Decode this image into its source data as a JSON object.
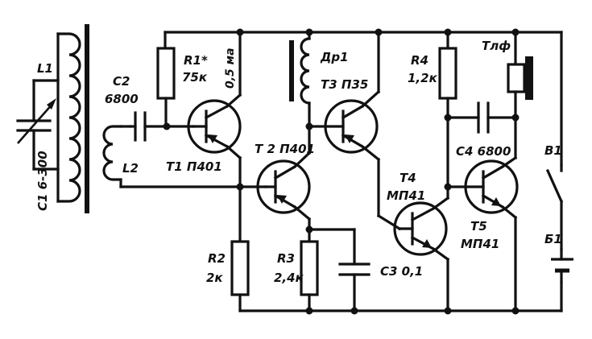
{
  "labels": {
    "l1": "L1",
    "c1": "C1 6-300",
    "c2_name": "C2",
    "c2_value": "6800",
    "l2": "L2",
    "r1_name": "R1*",
    "r1_value": "75к",
    "current": "0,5 ма",
    "t1": "T1  П401",
    "t2": "T 2  П401",
    "dr1": "Др1",
    "t3": "T3  П35",
    "r2_name": "R2",
    "r2_value": "2к",
    "r3_name": "R3",
    "r3_value": "2,4к",
    "c3": "C3  0,1",
    "t4_name": "T4",
    "t4_type": "МП41",
    "r4_name": "R4",
    "r4_value": "1,2к",
    "taf": "Тлф",
    "c4": "C4 6800",
    "t5_name": "T5",
    "t5_type": "МП41",
    "b1": "B1",
    "battery": "Б1"
  }
}
